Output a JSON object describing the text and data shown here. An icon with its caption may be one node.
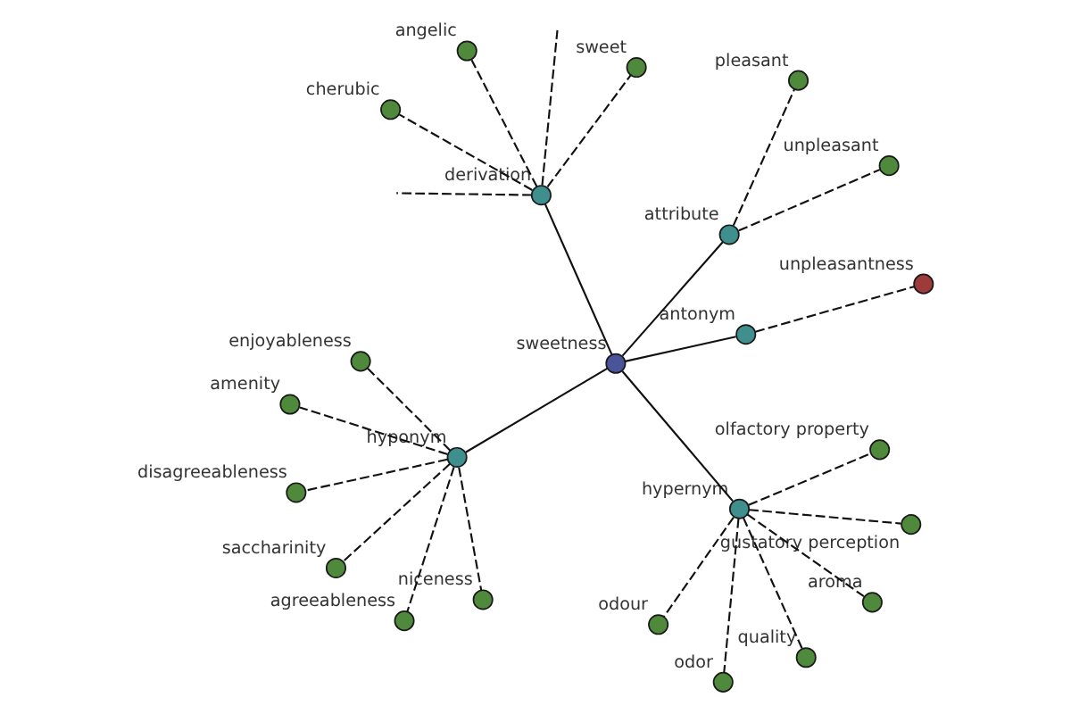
{
  "diagram": {
    "nodes": [
      {
        "text": [
          "cherubic"
        ]
      },
      {
        "text": [
          "sweet"
        ]
      },
      {
        "text": [
          "derivation"
        ]
      },
      {
        "text": [
          "angelic"
        ]
      },
      {
        "text": [
          "gustatory perception"
        ]
      },
      {
        "text": [
          "disagreeableness"
        ]
      },
      {
        "text": [
          "odour"
        ]
      },
      {
        "text": [
          "niceness"
        ]
      },
      {
        "text": [
          "odor"
        ]
      },
      {
        "text": [
          "hypernym"
        ]
      },
      {
        "text": [
          "quality"
        ]
      },
      {
        "text": [
          "saccharinity"
        ]
      },
      {
        "text": [
          "hyponym"
        ]
      },
      {
        "text": [
          "sweetness"
        ]
      },
      {
        "text": [
          "olfactory property"
        ]
      },
      {
        "text": [
          "agreeableness"
        ]
      },
      {
        "text": [
          "aroma"
        ]
      },
      {
        "text": [
          "enjoyableness"
        ]
      },
      {
        "text": [
          "amenity"
        ]
      },
      {
        "text": [
          "antonym"
        ]
      },
      {
        "text": [
          "attribute"
        ]
      },
      {
        "text": [
          "pleasant"
        ]
      },
      {
        "text": [
          "unpleasantness"
        ]
      },
      {
        "text": [
          "unpleasant"
        ]
      }
    ],
    "edges": [
      {
        "from": 13,
        "to": 2,
        "arrow": "none"
      },
      {
        "from": 13,
        "to": 9,
        "arrow": "none"
      },
      {
        "from": 13,
        "to": 12,
        "arrow": "none"
      },
      {
        "from": 13,
        "to": 19,
        "arrow": "none"
      },
      {
        "from": 13,
        "to": 20,
        "arrow": "none"
      },
      {
        "from": 2,
        "to": 1,
        "arrow": "none",
        "style": "dashed"
      },
      {
        "from": 2,
        "to": 0,
        "arrow": "none",
        "style": "dashed"
      },
      {
        "from": 2,
        "to": 3,
        "arrow": "none",
        "style": "dashed"
      },
      {
        "from": 2,
        "to": null,
        "arrow": "none",
        "style": "dashed"
      },
      {
        "from": 2,
        "to": null,
        "arrow": "none",
        "style": "dashed"
      },
      {
        "from": 9,
        "to": 4,
        "arrow": "none",
        "style": "dashed"
      },
      {
        "from": 9,
        "to": 6,
        "arrow": "none",
        "style": "dashed"
      },
      {
        "from": 9,
        "to": 8,
        "arrow": "none",
        "style": "dashed"
      },
      {
        "from": 9,
        "to": 10,
        "arrow": "none",
        "style": "dashed"
      },
      {
        "from": 9,
        "to": 14,
        "arrow": "none",
        "style": "dashed"
      },
      {
        "from": 9,
        "to": 16,
        "arrow": "none",
        "style": "dashed"
      },
      {
        "from": 12,
        "to": 5,
        "arrow": "none",
        "style": "dashed"
      },
      {
        "from": 12,
        "to": 7,
        "arrow": "none",
        "style": "dashed"
      },
      {
        "from": 12,
        "to": 11,
        "arrow": "none",
        "style": "dashed"
      },
      {
        "from": 12,
        "to": 15,
        "arrow": "none",
        "style": "dashed"
      },
      {
        "from": 12,
        "to": 17,
        "arrow": "none",
        "style": "dashed"
      },
      {
        "from": 12,
        "to": 18,
        "arrow": "none",
        "style": "dashed"
      },
      {
        "from": 19,
        "to": 22,
        "arrow": "none",
        "style": "dashed"
      },
      {
        "from": 20,
        "to": 21,
        "arrow": "none",
        "style": "dashed"
      },
      {
        "from": 20,
        "to": 23,
        "arrow": "none",
        "style": "dashed"
      }
    ]
  }
}
